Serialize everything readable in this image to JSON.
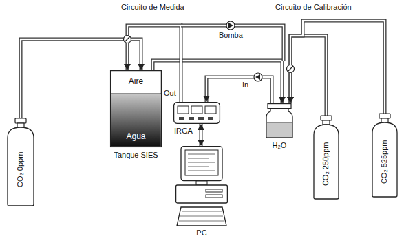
{
  "diagram": {
    "nodes": [
      {
        "text": [
          "CO₂ 0ppm"
        ]
      },
      {
        "text": [
          "Aire",
          "Agua",
          "Tanque SIES"
        ]
      },
      {
        "text": [
          "IRGA"
        ]
      },
      {
        "text": [
          "PC"
        ]
      },
      {
        "text": [
          "H₂O"
        ]
      },
      {
        "text": [
          "CO₂ 250ppm"
        ]
      },
      {
        "text": [
          "CO₂ 525ppm"
        ]
      }
    ],
    "edges": [
      {
        "from": 0,
        "to": 1,
        "arrow": "to"
      },
      {
        "from": 1,
        "to": 4,
        "arrow": "to"
      },
      {
        "from": 4,
        "to": 2,
        "arrow": "to"
      },
      {
        "from": 2,
        "to": 1,
        "arrow": "to"
      },
      {
        "from": 5,
        "to": 4,
        "arrow": "to"
      },
      {
        "from": 6,
        "to": 4,
        "arrow": "to"
      },
      {
        "from": 2,
        "to": 3,
        "arrow": "both"
      }
    ],
    "labels": [
      "Circuito de Medida",
      "Circuito de Calibración",
      "Bomba",
      "Out",
      "In"
    ]
  }
}
